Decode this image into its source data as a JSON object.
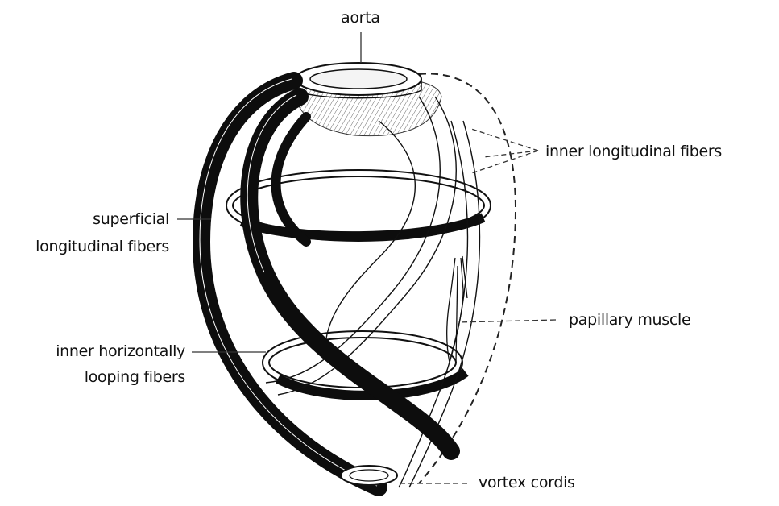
{
  "labels": {
    "aorta": "aorta",
    "inner_longitudinal": "inner longitudinal fibers",
    "superficial_line1": "superficial",
    "superficial_line2": "longitudinal fibers",
    "papillary": "papillary muscle",
    "inner_horizontal_line1": "inner horizontally",
    "inner_horizontal_line2": "looping fibers",
    "vortex": "vortex cordis"
  },
  "colors": {
    "ink": "#111111",
    "background": "#ffffff",
    "fiber_dark": "#0d0d0d"
  }
}
